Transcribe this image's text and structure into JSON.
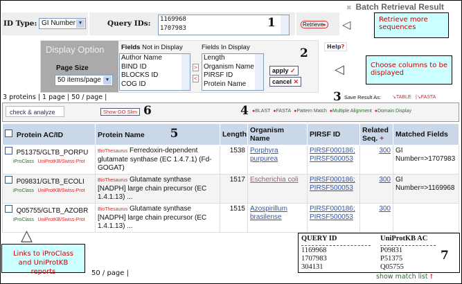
{
  "page_title": "Batch Retrieval Result",
  "form": {
    "id_type_label": "ID Type:",
    "id_type_value": "GI Number",
    "query_ids_label": "Query IDs:",
    "query_ids": [
      "1169968",
      "1707983"
    ],
    "retrieve_label": "Retrieve"
  },
  "display_option": {
    "title": "Display Option",
    "page_size_label": "Page Size",
    "page_size_value": "50 items/page",
    "not_in_display_label_bold": "Fields",
    "not_in_display_label": "Not in Display",
    "not_in_display": [
      "Author Name",
      "BIND ID",
      "BLOCKS ID",
      "COG ID"
    ],
    "in_display_label": "Fields In Display",
    "in_display": [
      "Length",
      "Organism Name",
      "PIRSF ID",
      "Protein Name"
    ],
    "apply_label": "apply",
    "cancel_label": "cancel",
    "help_label": "Help"
  },
  "callouts": {
    "c1": "Retrieve more sequences",
    "c2": "Choose columns to be displayed",
    "links": "Links to iProClass and UniProtKB reports"
  },
  "markers": {
    "m1": "1",
    "m2": "2",
    "m3": "3",
    "m4": "4",
    "m5": "5",
    "m6": "6",
    "m7": "7"
  },
  "summary": {
    "proteins": "3 proteins",
    "pages": "1 page",
    "per_page": "50 / page",
    "footer_per_page": "50 / page"
  },
  "save": {
    "label": "Save Result As:",
    "table": "TABLE",
    "fasta": "FASTA"
  },
  "toolbar": {
    "check_analyze": "check & analyze",
    "show_go_slim": "Show GO Slim",
    "tools": [
      "BLAST",
      "FASTA",
      "Pattern Match",
      "Multiple Alignment",
      "Domain Display"
    ]
  },
  "table": {
    "headers": [
      "Protein AC/ID",
      "Protein Name",
      "Length",
      "Organism Name",
      "PIRSF ID",
      "Related Seq.",
      "Matched Fields"
    ],
    "rows": [
      {
        "id": "P51375/GLTB_PORPU",
        "name": "Ferredoxin-dependent glutamate synthase (EC 1.4.7.1) (Fd-GOGAT)",
        "length": "1538",
        "organism": "Porphyra purpurea",
        "pirsf": [
          "PIRSF000186;",
          "PIRSF500053"
        ],
        "related": "300",
        "matched": "GI Number=>1707983"
      },
      {
        "id": "P09831/GLTB_ECOLI",
        "name": "Glutamate synthase [NADPH] large chain precursor (EC 1.4.1.13) ...",
        "length": "1517",
        "organism": "Escherichia coli",
        "pirsf": [
          "PIRSF000186;",
          "PIRSF500053"
        ],
        "related": "300",
        "matched": "GI Number=>1169968"
      },
      {
        "id": "Q05755/GLTB_AZOBR",
        "name": "Glutamate synthase [NADPH] large chain precursor (EC 1.4.1.13) ...",
        "length": "1515",
        "organism": "Azospirillum brasilense",
        "pirsf": [
          "PIRSF000186;",
          "PIRSF500053"
        ],
        "related": "300",
        "matched": ""
      }
    ],
    "iproclass": "iProClass",
    "uniprot": "UniProtKB/Swiss-Prot",
    "biothesaurus": "BioThesaurus"
  },
  "match_list": {
    "headers": [
      "QUERY ID",
      "UniProtKB AC"
    ],
    "rows": [
      [
        "1169968",
        "P09831"
      ],
      [
        "1707983",
        "P51375"
      ],
      [
        "304131",
        "Q05755"
      ]
    ]
  },
  "show_match_list": "show match list"
}
